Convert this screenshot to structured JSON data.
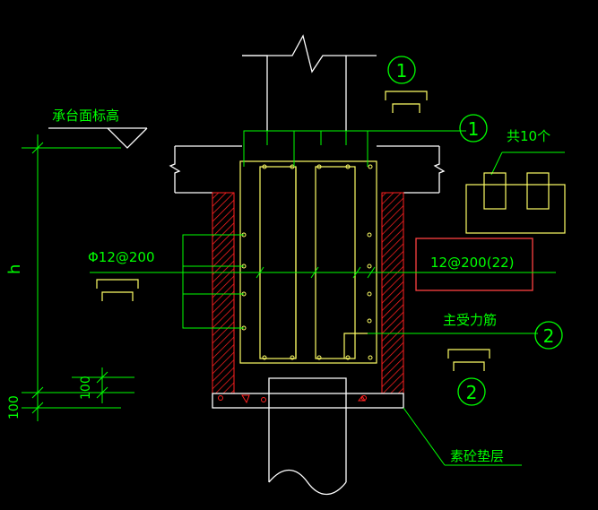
{
  "labels": {
    "cap_top_elev": "承台面标高",
    "count_label": "共10个",
    "stirrup_left": "Φ12@200",
    "stirrup_right": "12@200(22)",
    "main_bar": "主受力筋",
    "cushion": "素砼垫层",
    "height": "h",
    "dim_100_a": "100",
    "dim_100_b": "100",
    "callout_1": "1",
    "callout_2": "2",
    "section_1": "1",
    "section_2": "2"
  },
  "colors": {
    "background": "#000000",
    "outline": "#ffffff",
    "annotation": "#00ff00",
    "rebar": "#ffff66",
    "hatch": "#ff2020",
    "box": "#ff4040"
  }
}
